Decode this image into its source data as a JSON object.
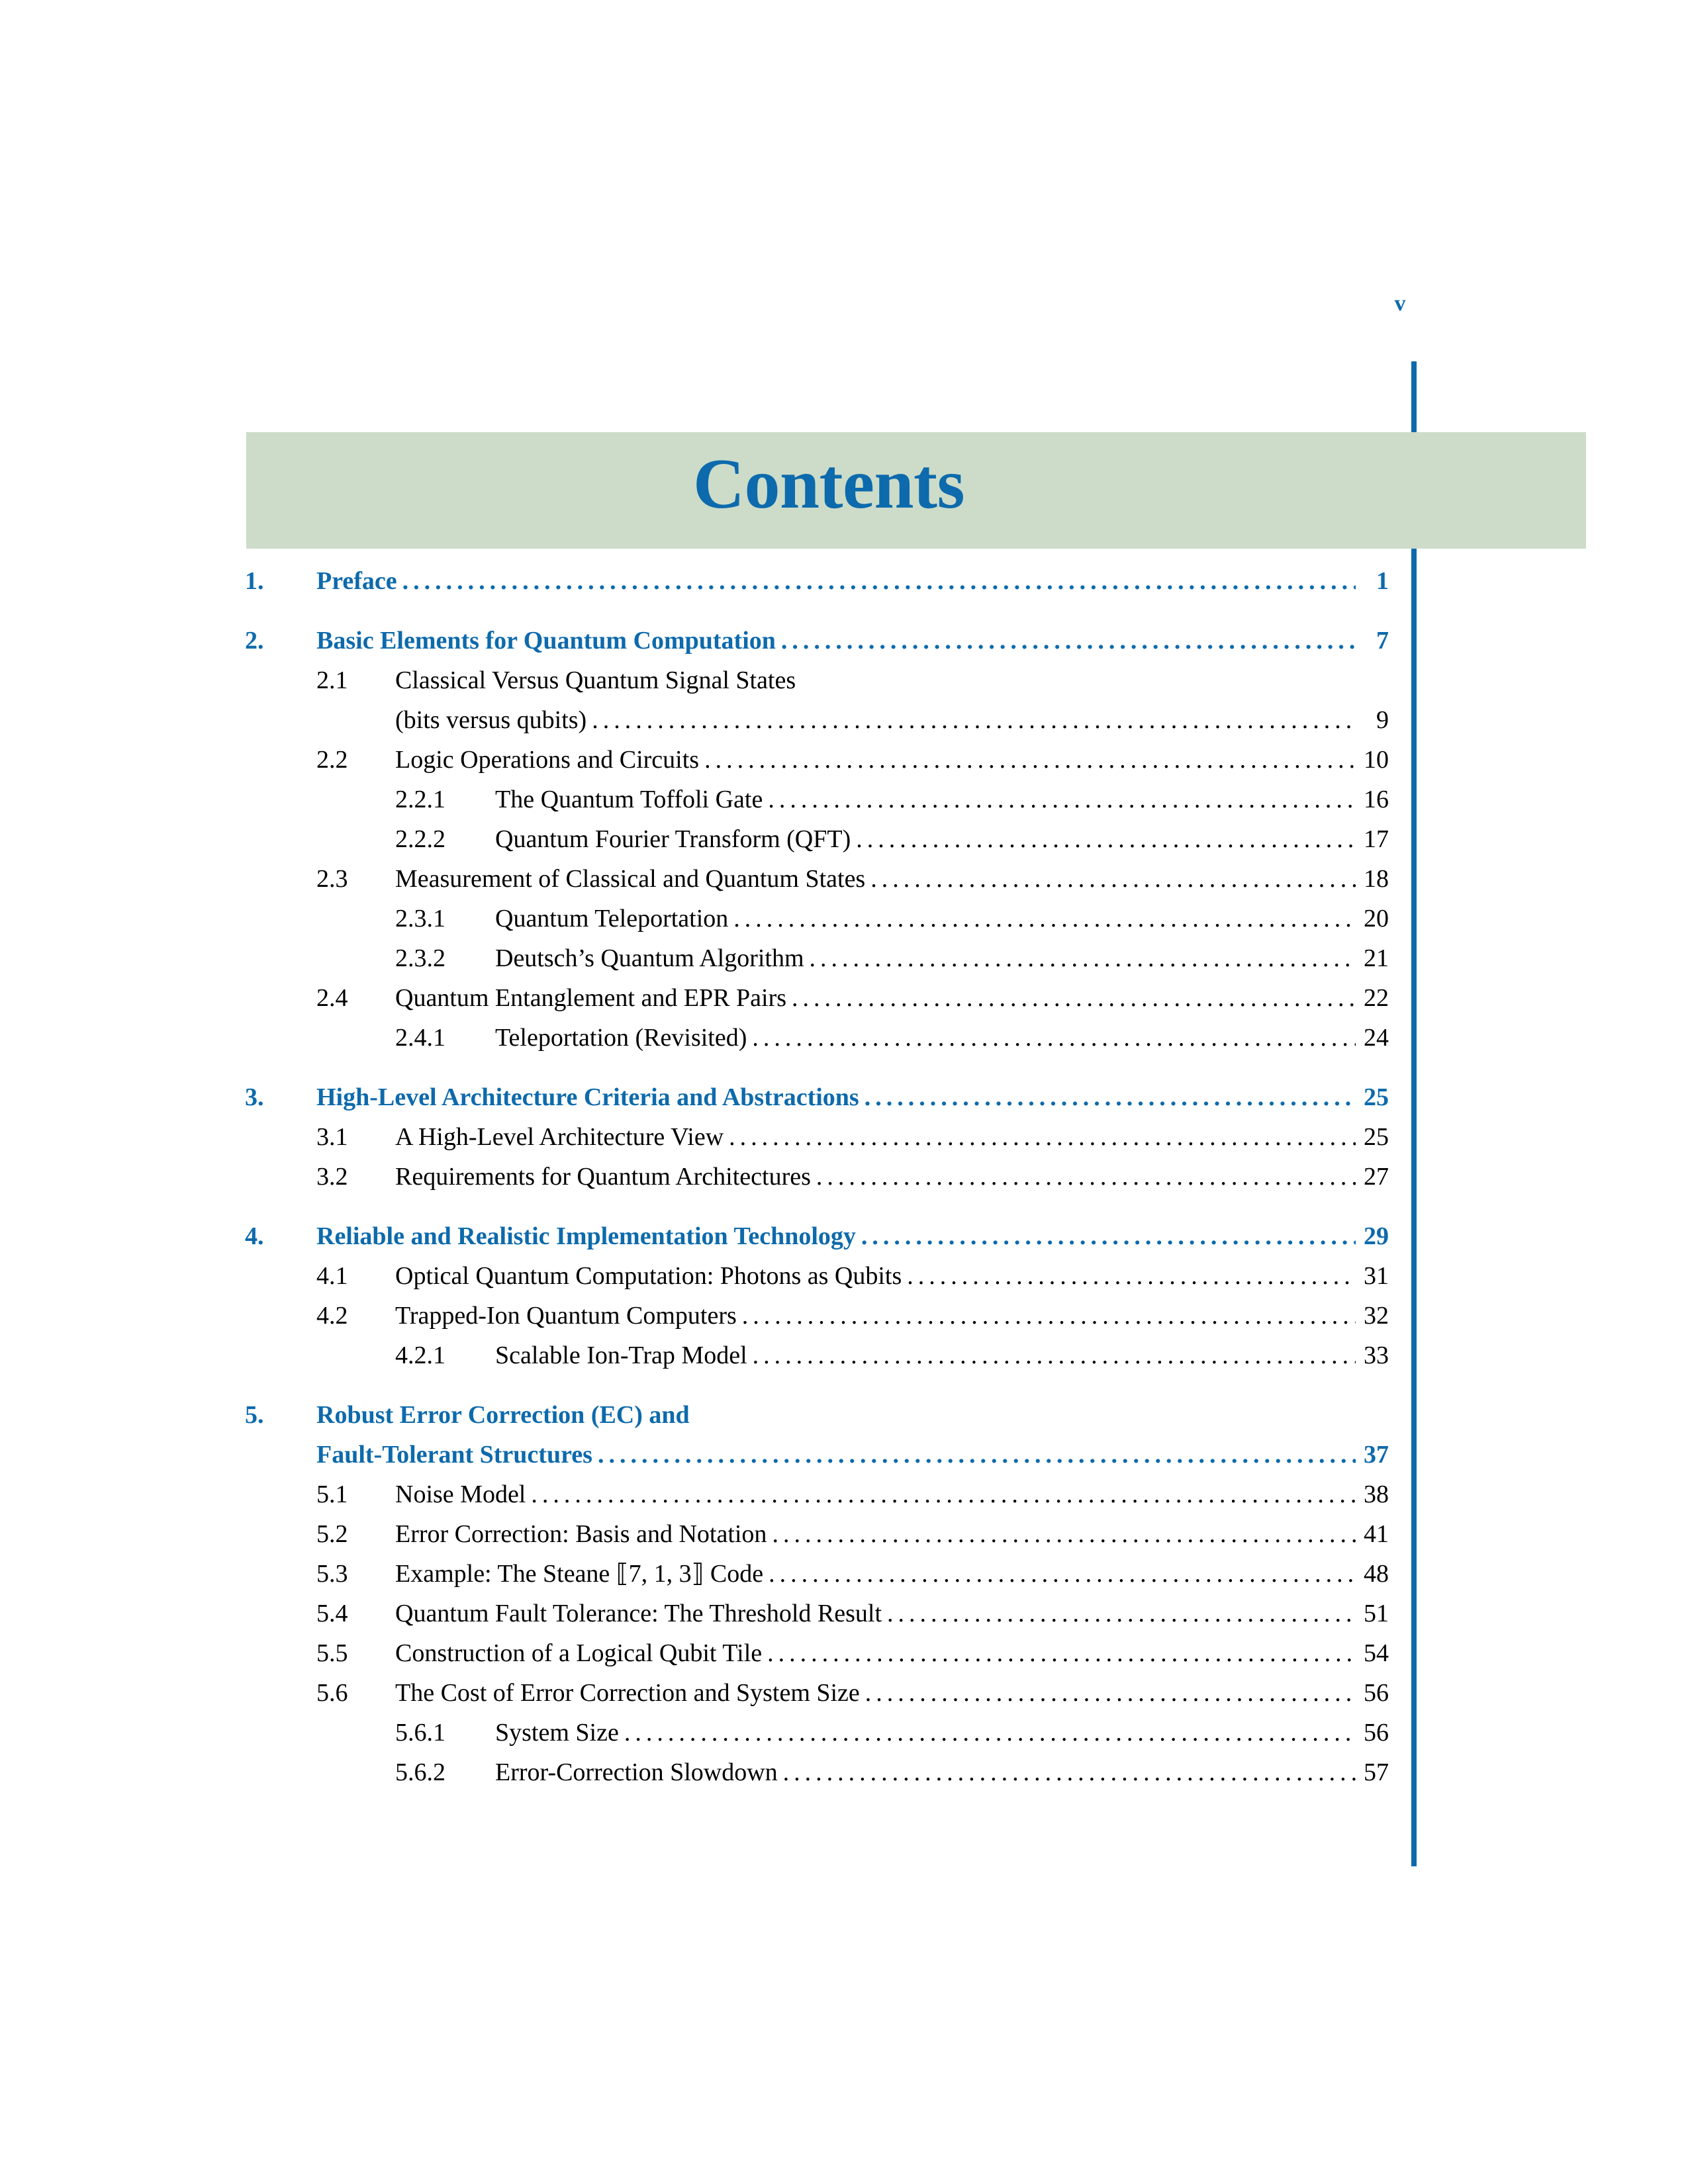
{
  "page": {
    "folio": "v",
    "title": "Contents",
    "band_color": "#CCDCC9",
    "accent_color": "#0D6AAC",
    "body_color": "#000000",
    "leader_char": "."
  },
  "toc": [
    {
      "level": 1,
      "num": "1.",
      "text": "Preface",
      "page": "1",
      "gap_before": false
    },
    {
      "level": 1,
      "num": "2.",
      "text": "Basic Elements for Quantum Computation",
      "page": "7",
      "gap_before": true
    },
    {
      "level": 2,
      "num": "2.1",
      "text": "Classical Versus Quantum Signal States",
      "page": "",
      "gap_before": false,
      "no_leader": true
    },
    {
      "level": 2,
      "num": "",
      "text": "(bits versus qubits)",
      "page": "9",
      "gap_before": false,
      "continuation": true
    },
    {
      "level": 2,
      "num": "2.2",
      "text": "Logic Operations and Circuits",
      "page": "10",
      "gap_before": false
    },
    {
      "level": 3,
      "num": "2.2.1",
      "text": "The Quantum Toffoli Gate",
      "page": "16",
      "gap_before": false
    },
    {
      "level": 3,
      "num": "2.2.2",
      "text": "Quantum Fourier Transform (QFT)",
      "page": "17",
      "gap_before": false
    },
    {
      "level": 2,
      "num": "2.3",
      "text": "Measurement of Classical and Quantum States",
      "page": "18",
      "gap_before": false
    },
    {
      "level": 3,
      "num": "2.3.1",
      "text": "Quantum Teleportation",
      "page": "20",
      "gap_before": false
    },
    {
      "level": 3,
      "num": "2.3.2",
      "text": "Deutsch’s Quantum Algorithm",
      "page": "21",
      "gap_before": false
    },
    {
      "level": 2,
      "num": "2.4",
      "text": "Quantum Entanglement and EPR Pairs",
      "page": "22",
      "gap_before": false
    },
    {
      "level": 3,
      "num": "2.4.1",
      "text": "Teleportation (Revisited)",
      "page": "24",
      "gap_before": false
    },
    {
      "level": 1,
      "num": "3.",
      "text": "High-Level Architecture Criteria and Abstractions",
      "page": "25",
      "gap_before": true
    },
    {
      "level": 2,
      "num": "3.1",
      "text": "A High-Level Architecture View",
      "page": "25",
      "gap_before": false
    },
    {
      "level": 2,
      "num": "3.2",
      "text": "Requirements for Quantum Architectures",
      "page": "27",
      "gap_before": false
    },
    {
      "level": 1,
      "num": "4.",
      "text": "Reliable and Realistic Implementation Technology",
      "page": "29",
      "gap_before": true
    },
    {
      "level": 2,
      "num": "4.1",
      "text": "Optical Quantum Computation: Photons as Qubits",
      "page": "31",
      "gap_before": false
    },
    {
      "level": 2,
      "num": "4.2",
      "text": "Trapped-Ion Quantum Computers",
      "page": "32",
      "gap_before": false
    },
    {
      "level": 3,
      "num": "4.2.1",
      "text": "Scalable Ion-Trap Model",
      "page": "33",
      "gap_before": false
    },
    {
      "level": 1,
      "num": "5.",
      "text": "Robust Error Correction (EC) and",
      "page": "",
      "gap_before": true,
      "no_leader": true
    },
    {
      "level": 1,
      "num": "",
      "text": "Fault-Tolerant Structures",
      "page": "37",
      "gap_before": false,
      "continuation": true
    },
    {
      "level": 2,
      "num": "5.1",
      "text": "Noise Model",
      "page": "38",
      "gap_before": false
    },
    {
      "level": 2,
      "num": "5.2",
      "text": "Error Correction: Basis and Notation",
      "page": "41",
      "gap_before": false
    },
    {
      "level": 2,
      "num": "5.3",
      "text": "Example: The Steane ⟦7, 1, 3⟧ Code",
      "page": "48",
      "gap_before": false
    },
    {
      "level": 2,
      "num": "5.4",
      "text": "Quantum Fault Tolerance: The Threshold Result",
      "page": "51",
      "gap_before": false
    },
    {
      "level": 2,
      "num": "5.5",
      "text": "Construction of a Logical Qubit Tile",
      "page": "54",
      "gap_before": false
    },
    {
      "level": 2,
      "num": "5.6",
      "text": "The Cost of Error Correction and System Size",
      "page": "56",
      "gap_before": false
    },
    {
      "level": 3,
      "num": "5.6.1",
      "text": "System Size",
      "page": "56",
      "gap_before": false
    },
    {
      "level": 3,
      "num": "5.6.2",
      "text": "Error-Correction Slowdown",
      "page": "57",
      "gap_before": false
    }
  ]
}
